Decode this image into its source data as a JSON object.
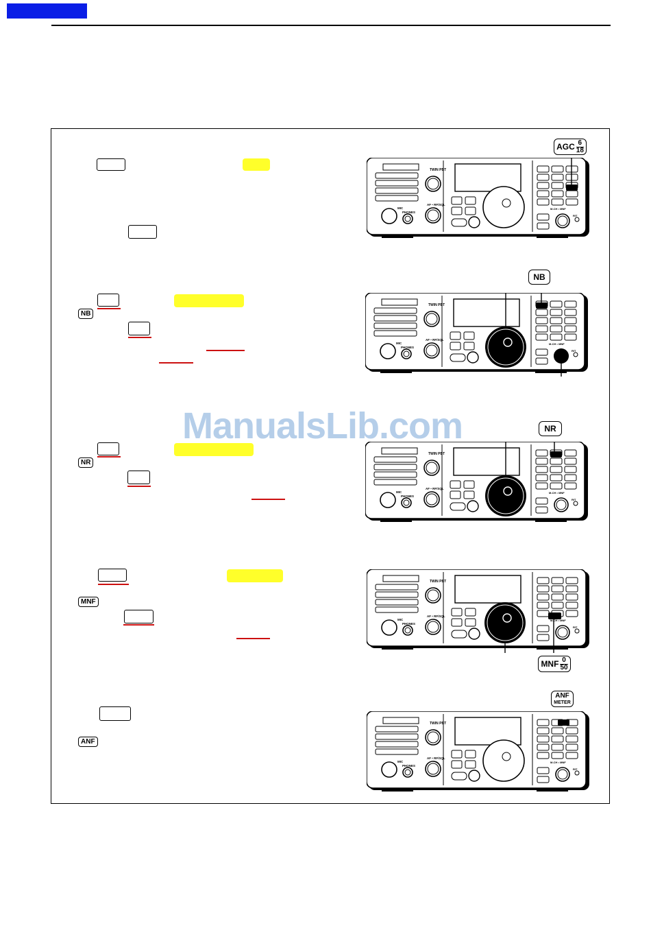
{
  "header": {
    "tab_color": "#0a1ee6"
  },
  "watermark": {
    "text": "ManualsLib.com"
  },
  "panel": {
    "label_twin_pbt": "TWIN PBT",
    "label_af_rf": "AF • RF/SQL",
    "label_mic": "MIC",
    "label_phones": "PHONES",
    "label_mch": "M-CH • MNF",
    "label_rit": "RIT"
  },
  "sections": {
    "agc": {
      "callout_main": "AGC",
      "callout_top": "6",
      "callout_bottom": "18"
    },
    "nb": {
      "callout": "NB",
      "key_label": "NB"
    },
    "nr": {
      "callout": "NR",
      "key_label": "NR"
    },
    "mnf": {
      "callout_main": "MNF",
      "callout_top": "0",
      "callout_bottom": "50",
      "key_label": "MNF"
    },
    "anf": {
      "callout_line1": "ANF",
      "callout_line2": "METER",
      "key_label": "ANF"
    }
  },
  "colors": {
    "highlight": "#ffff2a",
    "underline": "#cc1010",
    "watermark": "#a9c6e6"
  }
}
